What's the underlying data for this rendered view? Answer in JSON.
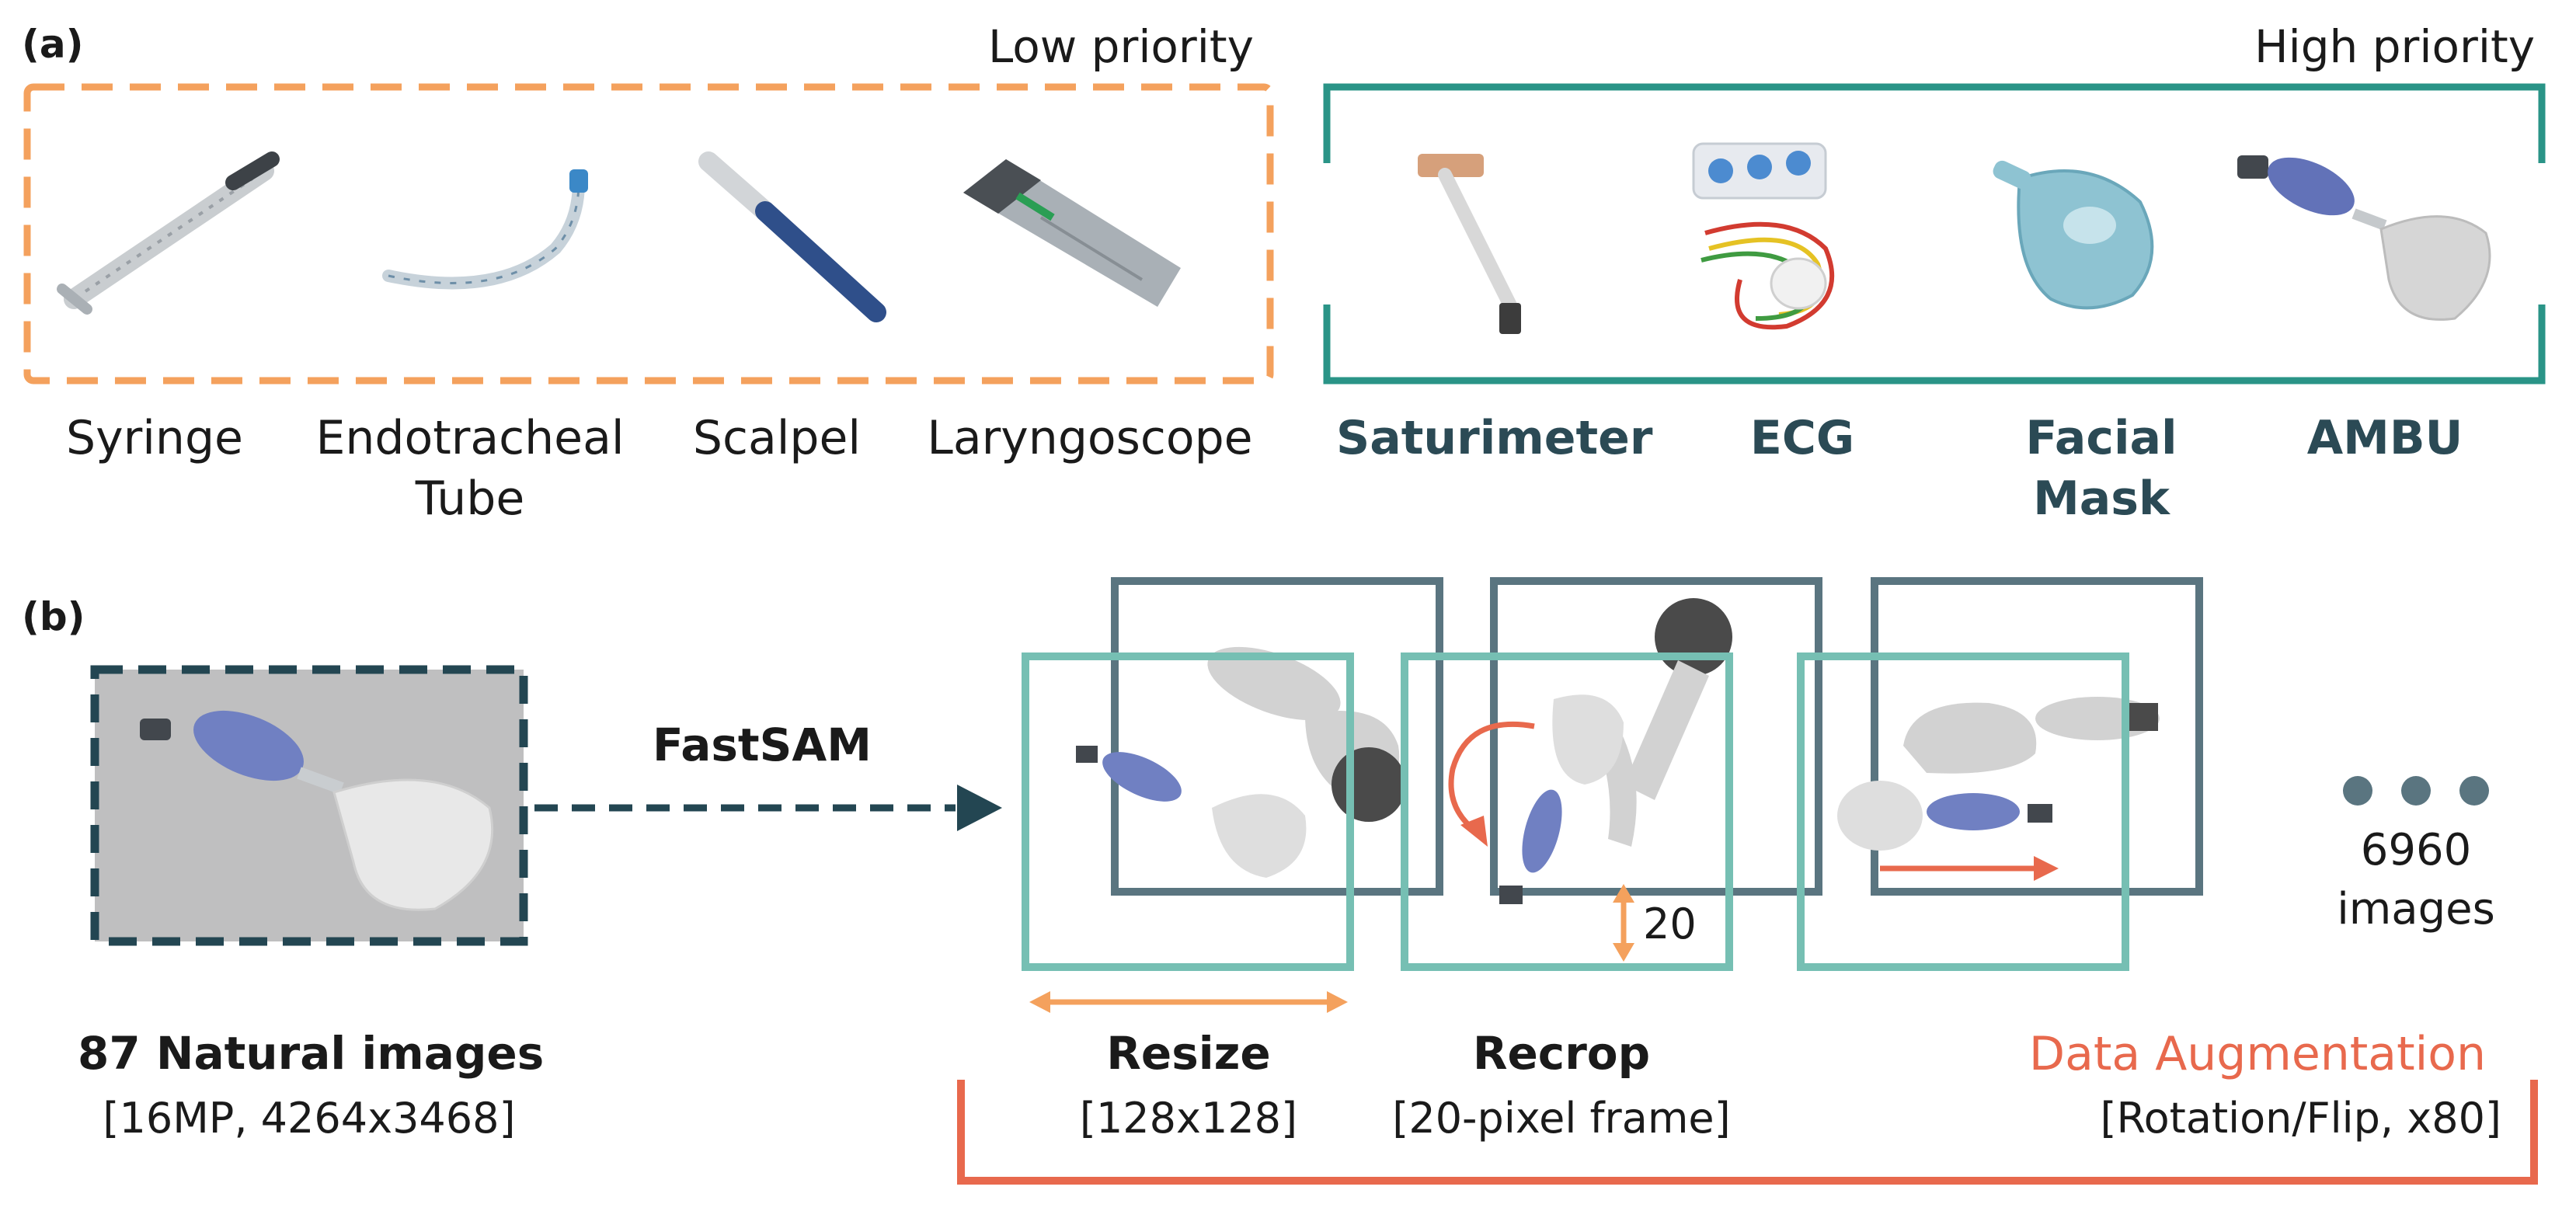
{
  "panel_a": {
    "label": "(a)",
    "low_priority": "Low priority",
    "high_priority": "High priority",
    "low_items": [
      {
        "label": "Syringe"
      },
      {
        "label": "Endotracheal\nTube"
      },
      {
        "label": "Scalpel"
      },
      {
        "label": "Laryngoscope"
      }
    ],
    "high_items": [
      {
        "label": "Saturimeter"
      },
      {
        "label": "ECG"
      },
      {
        "label": "Facial\nMask"
      },
      {
        "label": "AMBU"
      }
    ]
  },
  "panel_b": {
    "label": "(b)",
    "arrow_label": "FastSAM",
    "source_title": "87 Natural images",
    "source_sub": "[16MP, 4264x3468]",
    "resize_title": "Resize",
    "resize_sub": "[128x128]",
    "recrop_title": "Recrop",
    "recrop_sub": "[20-pixel frame]",
    "recrop_value": "20",
    "aug_title": "Data Augmentation",
    "aug_sub": "[Rotation/Flip, x80]",
    "count_value": "6960",
    "count_unit": "images"
  },
  "colors": {
    "orange": "#f4a15d",
    "teal": "#2a9487",
    "teal_light": "#76bfb3",
    "slate": "#5a7580",
    "navy": "#234652",
    "coral": "#e8694d",
    "text_high": "#2b4a55"
  }
}
